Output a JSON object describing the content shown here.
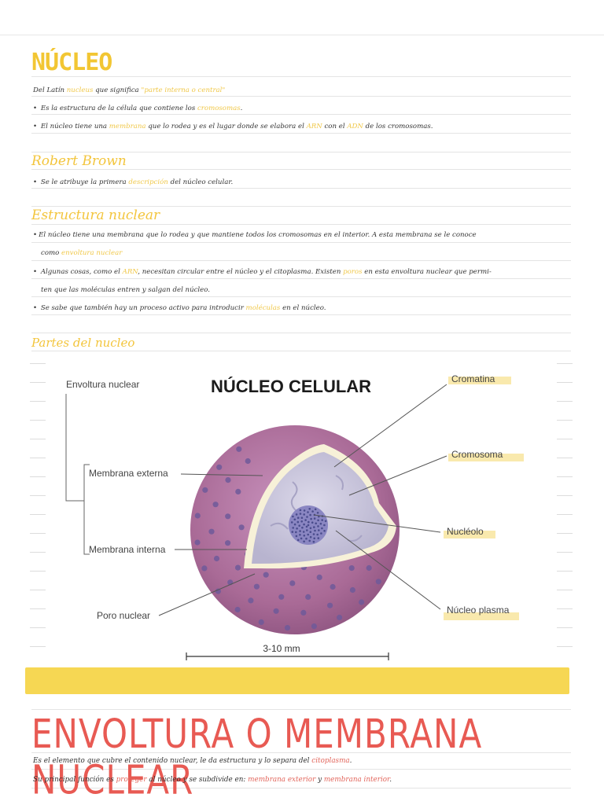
{
  "title": "NÚCLEO",
  "intro": {
    "l1_a": "Del Latín ",
    "l1_b": "nucleus",
    "l1_c": " que significa ",
    "l1_d": "\"parte interna o central\"",
    "l2_a": "Es la estructura de la célula que contiene los ",
    "l2_b": "cromosomas",
    "l2_c": ".",
    "l3_a": "El núcleo tiene una ",
    "l3_b": "membrana",
    "l3_c": " que lo rodea y es el lugar donde se elabora el ",
    "l3_d": "ARN",
    "l3_e": " con el ",
    "l3_f": "ADN",
    "l3_g": " de los cromosomas."
  },
  "robert": {
    "title": "Robert Brown",
    "l1_a": "Se le atribuye la primera ",
    "l1_b": "descripción",
    "l1_c": " del núcleo celular."
  },
  "estructura": {
    "title": "Estructura nuclear",
    "l1": "El núcleo tiene una membrana que lo rodea y que mantiene todos los cromosomas en el interior. A esta membrana se le conoce",
    "l2_a": "como ",
    "l2_b": "envoltura nuclear",
    "l3_a": "Algunas cosas, como el ",
    "l3_b": "ARN",
    "l3_c": ", necesitan circular entre el núcleo y el citoplasma. Existen ",
    "l3_d": "poros",
    "l3_e": " en esta envoltura nuclear que permi-",
    "l4": "ten que las moléculas entren y salgan del núcleo.",
    "l5_a": "Se sabe que también hay un proceso activo para introducir ",
    "l5_b": "moléculas",
    "l5_c": " en el núcleo."
  },
  "partes": {
    "title": "Partes del nucleo"
  },
  "diagram": {
    "heading": "NÚCLEO CELULAR",
    "envoltura": "Envoltura nuclear",
    "membrana_externa": "Membrana externa",
    "membrana_interna": "Membrana interna",
    "poro": "Poro nuclear",
    "cromatina": "Cromatina",
    "cromosoma": "Cromosoma",
    "nucleolo": "Nucléolo",
    "nucleoplasma": "Núcleo plasma",
    "scale": "3-10 mm"
  },
  "membrana": {
    "title": "ENVOLTURA O MEMBRANA NUCLEAR",
    "l1_a": "Es el elemento que cubre el contenido nuclear, le da estructura y lo separa del ",
    "l1_b": "citoplasma",
    "l1_c": ".",
    "l2_a": "Su principal función es ",
    "l2_b": "proteger",
    "l2_c": " al núcleo y se subdivide en: ",
    "l2_d": "membrana exterior",
    "l2_e": " y ",
    "l2_f": "membrana interior",
    "l2_g": "."
  },
  "colors": {
    "accent_yellow": "#f2c633",
    "accent_red": "#e85a53",
    "nucleus_purple": "#a96a96",
    "nucleus_inner": "#c9c6dc"
  }
}
